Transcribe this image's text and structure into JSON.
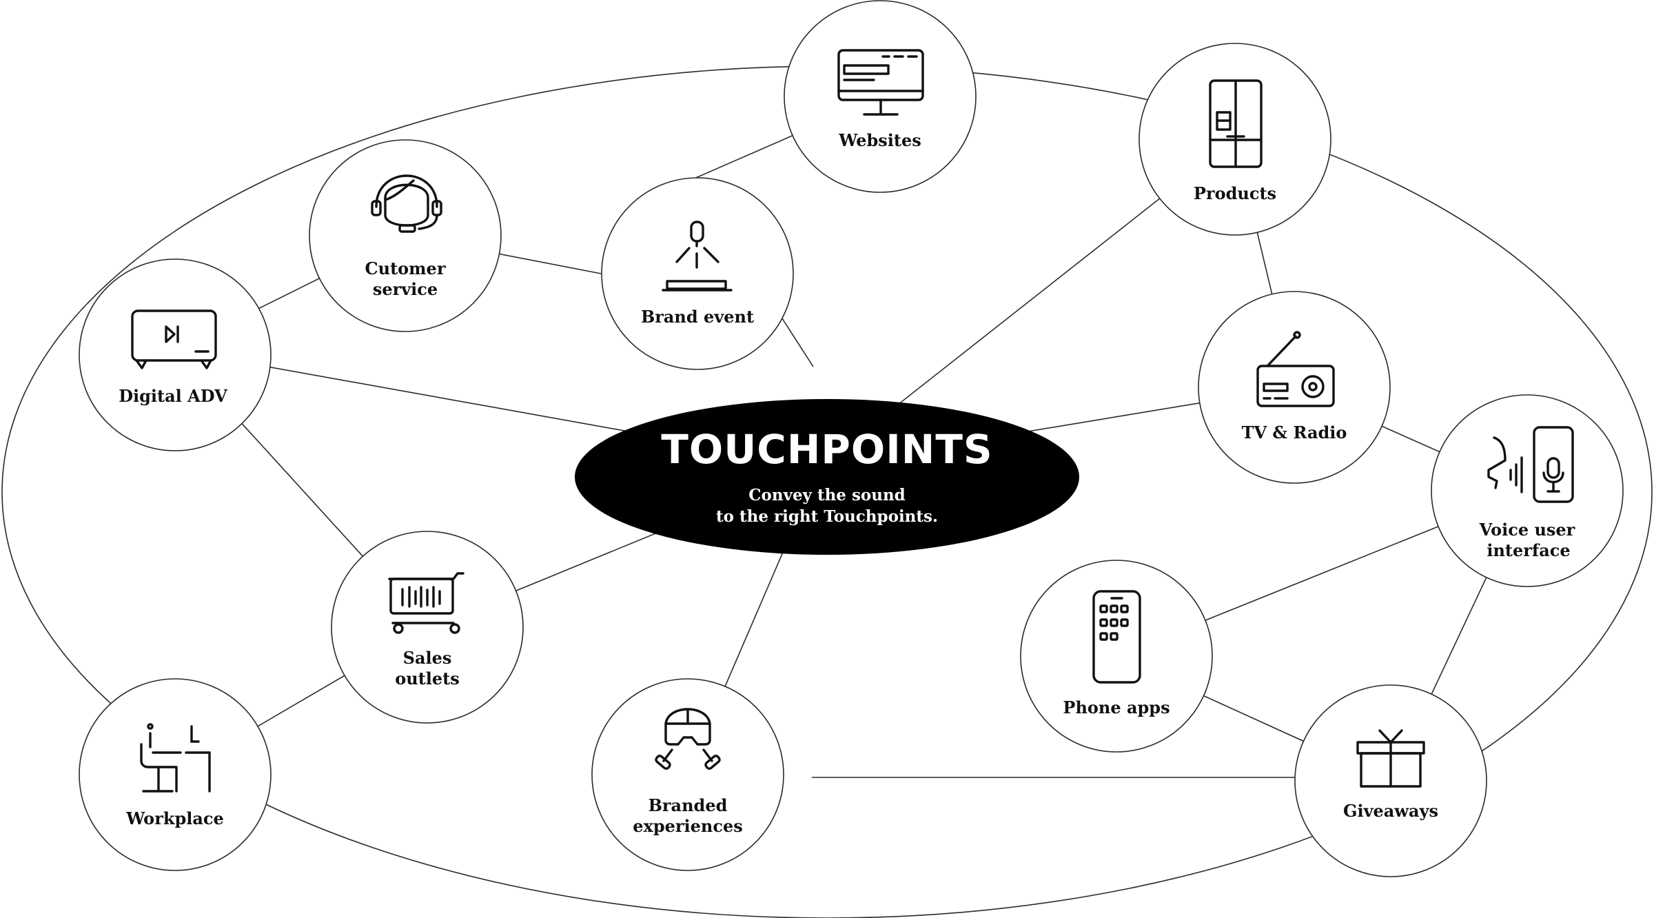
{
  "center": {
    "title": "TOUCHPOINTS",
    "subtitle_line1": "Convey the sound",
    "subtitle_line2": "to the right Touchpoints."
  },
  "nodes": {
    "websites": {
      "label": "Websites",
      "icon": "monitor-icon"
    },
    "products": {
      "label": "Products",
      "icon": "refrigerator-icon"
    },
    "customer_service": {
      "label_line1": "Cutomer",
      "label_line2": "service",
      "icon": "headset-agent-icon"
    },
    "brand_event": {
      "label": "Brand event",
      "icon": "stage-spotlight-icon"
    },
    "digital_adv": {
      "label": "Digital ADV",
      "icon": "video-screen-icon"
    },
    "tv_radio": {
      "label": "TV & Radio",
      "icon": "radio-icon"
    },
    "voice_ui": {
      "label_line1": "Voice user",
      "label_line2": "interface",
      "icon": "voice-microphone-icon"
    },
    "sales_outlets": {
      "label_line1": "Sales",
      "label_line2": "outlets",
      "icon": "shopping-cart-icon"
    },
    "phone_apps": {
      "label": "Phone apps",
      "icon": "remote-control-icon"
    },
    "workplace": {
      "label": "Workplace",
      "icon": "desk-chair-icon"
    },
    "branded_experiences": {
      "label_line1": "Branded",
      "label_line2": "experiences",
      "icon": "vr-headset-icon"
    },
    "giveaways": {
      "label": "Giveaways",
      "icon": "gift-icon"
    }
  },
  "colors": {
    "center_fill": "#000000",
    "line": "#2a2a2a",
    "background": "#ffffff"
  }
}
